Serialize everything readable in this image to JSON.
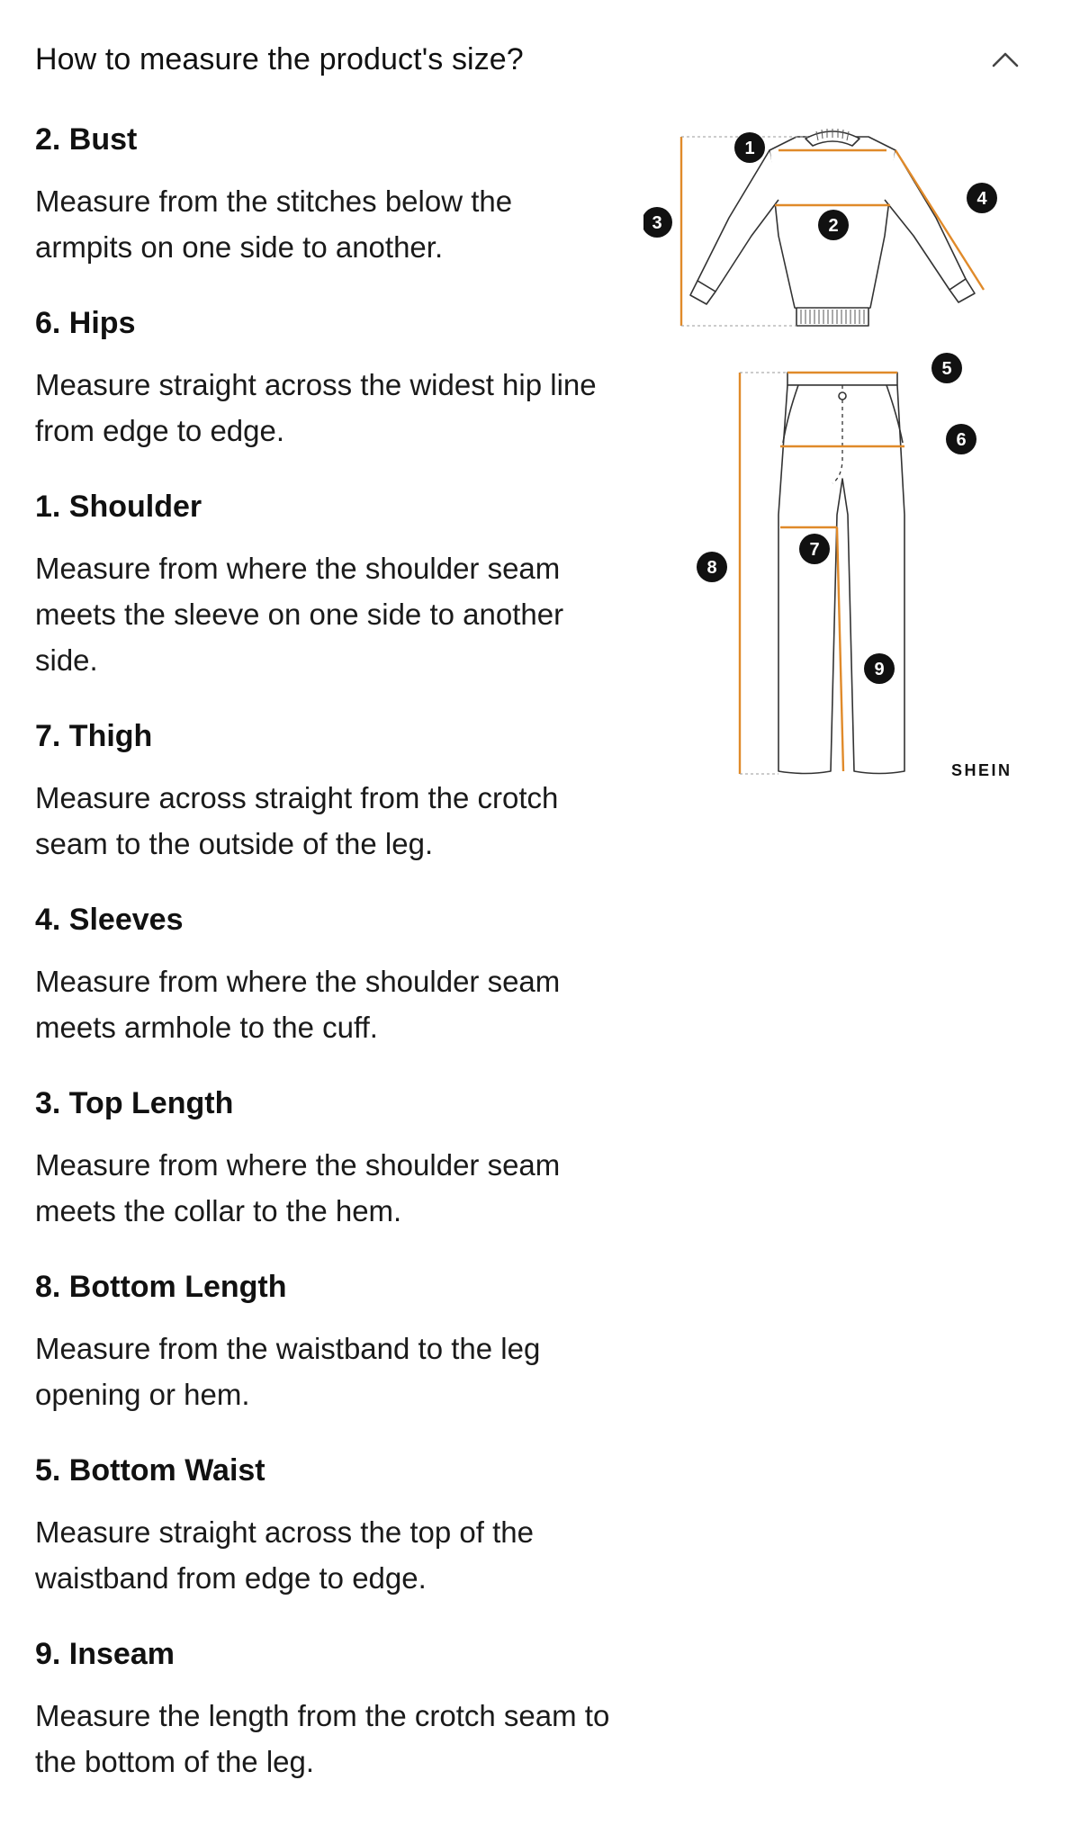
{
  "header": {
    "title": "How to measure the product's size?",
    "toggle_icon": "chevron-up-icon"
  },
  "items": [
    {
      "title": "2. Bust",
      "desc": "Measure from the stitches below the armpits on one side to another."
    },
    {
      "title": "6. Hips",
      "desc": "Measure straight across the widest hip line from edge to edge."
    },
    {
      "title": "1. Shoulder",
      "desc": "Measure from where the shoulder seam meets the sleeve on one side to another side."
    },
    {
      "title": "7. Thigh",
      "desc": "Measure across straight from the crotch seam to the outside of the leg."
    },
    {
      "title": "4. Sleeves",
      "desc": "Measure from where the shoulder seam meets armhole to the cuff."
    },
    {
      "title": "3. Top Length",
      "desc": "Measure from where the shoulder seam meets the collar to the hem."
    },
    {
      "title": "8. Bottom Length",
      "desc": "Measure from the waistband to the leg opening or hem."
    },
    {
      "title": "5. Bottom Waist",
      "desc": "Measure straight across the top of the waistband from edge to edge."
    },
    {
      "title": "9. Inseam",
      "desc": "Measure the length from the crotch seam to the bottom of the leg."
    }
  ],
  "diagram": {
    "badges": [
      "1",
      "2",
      "3",
      "4",
      "5",
      "6",
      "7",
      "8",
      "9"
    ],
    "brand": "SHEIN",
    "measure_color": "#e08a2a",
    "outline_color": "#333333"
  }
}
